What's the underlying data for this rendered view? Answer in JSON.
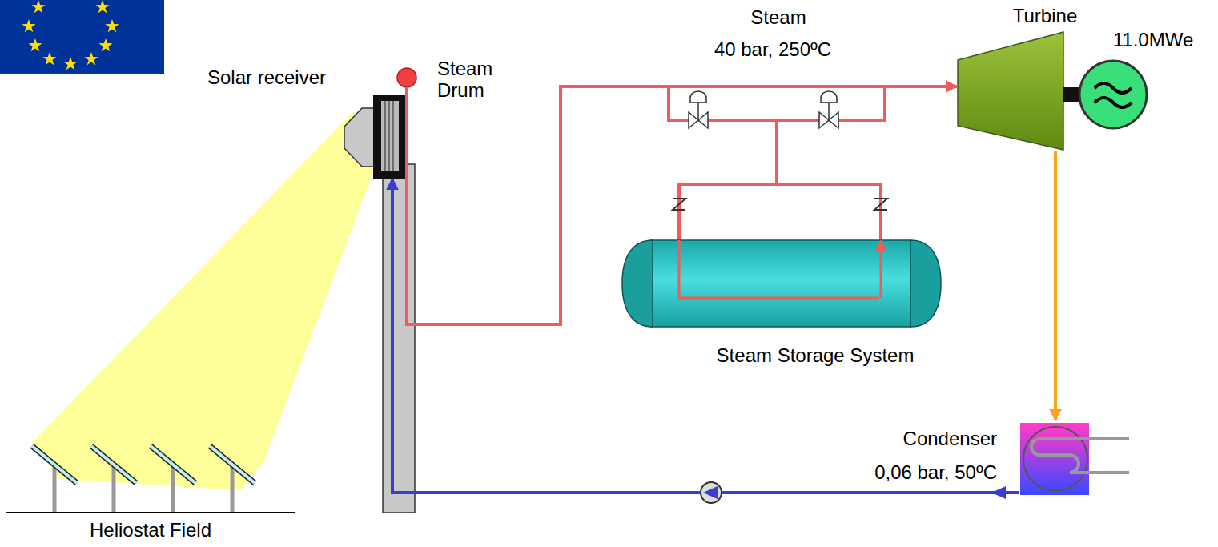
{
  "diagram": {
    "nodes": [
      {
        "text": [
          "Solar receiver"
        ]
      },
      {
        "text": [
          "Steam Drum"
        ]
      },
      {
        "text": [
          "Steam Storage System"
        ]
      },
      {
        "text": [
          "Turbine"
        ]
      },
      {
        "text": [
          "11.0MWe"
        ]
      },
      {
        "text": [
          "Condenser",
          "0,06 bar, 50ºC"
        ]
      },
      {
        "text": [
          "Heliostat Field"
        ]
      }
    ],
    "edges": [
      {
        "from": 1,
        "to": 3,
        "label": "Steam",
        "arrow": "to"
      },
      {
        "from": 3,
        "to": 5,
        "arrow": "to"
      },
      {
        "from": 5,
        "to": 0,
        "arrow": "to"
      }
    ],
    "labels": [
      "40 bar, 250ºC"
    ]
  }
}
